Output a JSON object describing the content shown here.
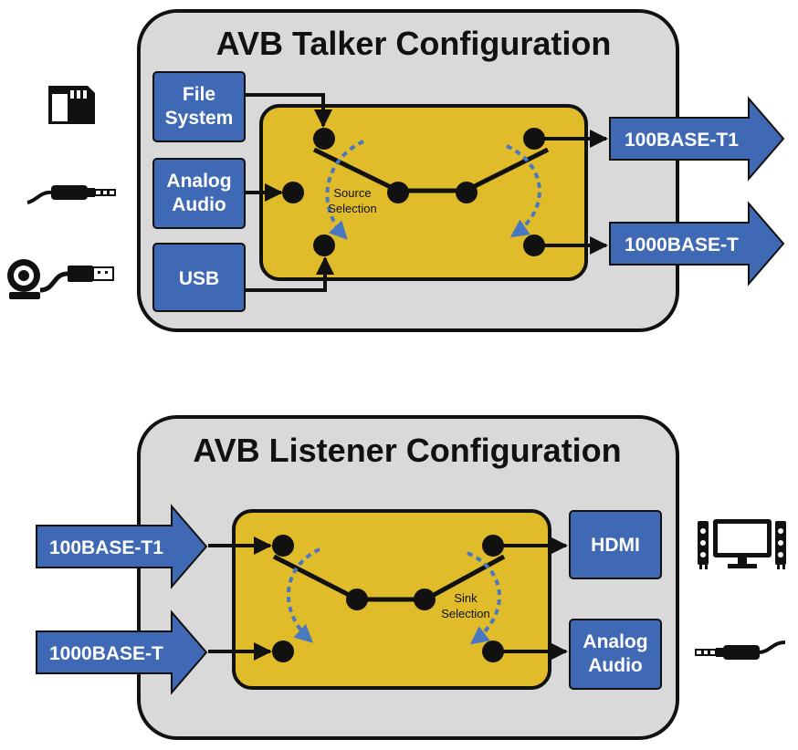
{
  "colors": {
    "panel_fill": "#d9d9d9",
    "switch_fill": "#e0bb2a",
    "box_fill": "#3f69b5",
    "line": "#111111",
    "dashed_arrow": "#4a78c0"
  },
  "talker": {
    "title": "AVB Talker Configuration",
    "sources": [
      {
        "line1": "File",
        "line2": "System",
        "icon": "sd-card-icon"
      },
      {
        "line1": "Analog",
        "line2": "Audio",
        "icon": "audio-jack-icon"
      },
      {
        "line1": "USB",
        "line2": "",
        "icon": "usb-webcam-icon"
      }
    ],
    "selection_line1": "Source",
    "selection_line2": "Selection",
    "outputs": [
      "100BASE-T1",
      "1000BASE-T"
    ]
  },
  "listener": {
    "title": "AVB Listener Configuration",
    "inputs": [
      "100BASE-T1",
      "1000BASE-T"
    ],
    "selection_line1": "Sink",
    "selection_line2": "Selection",
    "sinks": [
      {
        "line1": "HDMI",
        "line2": "",
        "icon": "monitor-speakers-icon"
      },
      {
        "line1": "Analog",
        "line2": "Audio",
        "icon": "audio-jack-icon"
      }
    ]
  }
}
